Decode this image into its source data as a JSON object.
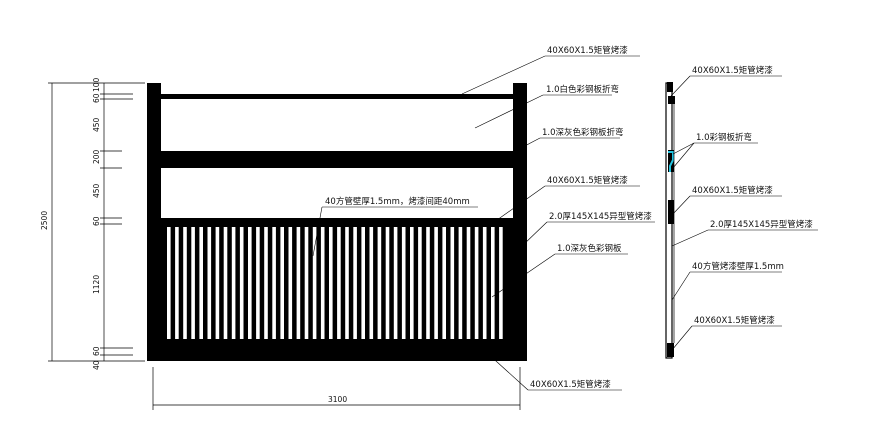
{
  "front_view": {
    "labels": {
      "top_rail": "40X60X1.5矩管烤漆",
      "white_panel": "1.0白色彩钢板折弯",
      "gray_band": "1.0深灰色彩钢板折弯",
      "mid_rail": "40X60X1.5矩管烤漆",
      "picket_note": "40方管壁厚1.5mm，烤漆间距40mm",
      "post": "2.0厚145X145异型管烤漆",
      "gray_panel": "1.0深灰色彩钢板",
      "bottom_rail": "40X60X1.5矩管烤漆"
    },
    "dimensions": {
      "total_height": "2500",
      "segments": [
        "100",
        "60",
        "450",
        "200",
        "450",
        "60",
        "1120",
        "60",
        "40"
      ],
      "width": "3100"
    }
  },
  "side_view": {
    "labels": {
      "top_tube": "40X60X1.5矩管烤漆",
      "steel_fold": "1.0彩钢板折弯",
      "mid_tube": "40X60X1.5矩管烤漆",
      "post": "2.0厚145X145异型管烤漆",
      "square_tube": "40方管烤漆壁厚1.5mm",
      "bottom_tube": "40X60X1.5矩管烤漆"
    }
  },
  "colors": {
    "line": "#000000",
    "highlight": "#22c3e0",
    "background": "#ffffff"
  }
}
